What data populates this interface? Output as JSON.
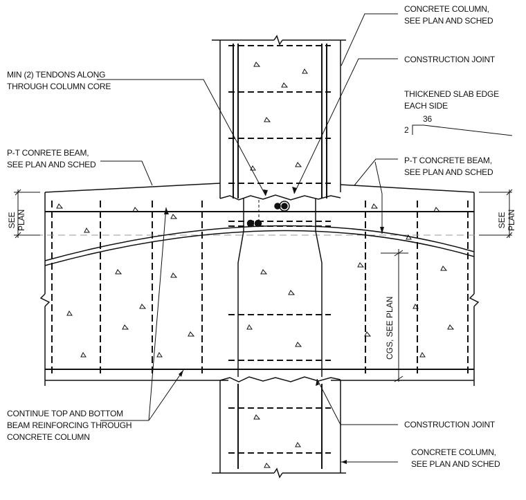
{
  "labels": {
    "column_top": [
      "CONCRETE COLUMN,",
      "SEE PLAN AND SCHED"
    ],
    "construction_joint_top": "CONSTRUCTION JOINT",
    "tendons": [
      "MIN (2) TENDONS ALONG",
      "THROUGH COLUMN CORE"
    ],
    "thickened_slab": [
      "THICKENED SLAB EDGE",
      "EACH SIDE"
    ],
    "slope_run": "36",
    "slope_rise": "2",
    "pt_beam_left": [
      "P-T CONRETE BEAM,",
      "SEE PLAN AND SCHED"
    ],
    "pt_beam_right": [
      "P-T CONCRETE BEAM,",
      "SEE PLAN AND SCHED"
    ],
    "see_plan_left": [
      "SEE",
      "PLAN"
    ],
    "see_plan_right": [
      "SEE",
      "PLAN"
    ],
    "cgs": "CGS, SEE PLAN",
    "continue_reinf": [
      "CONTINUE TOP AND BOTTOM",
      "BEAM REINFORCING THROUGH",
      "CONCRETE COLUMN"
    ],
    "construction_joint_bottom": "CONSTRUCTION JOINT",
    "column_bottom": [
      "CONCRETE COLUMN,",
      "SEE PLAN AND SCHED"
    ]
  },
  "colors": {
    "line": "#111111",
    "dashed_centerline": "#9a9a9a"
  }
}
